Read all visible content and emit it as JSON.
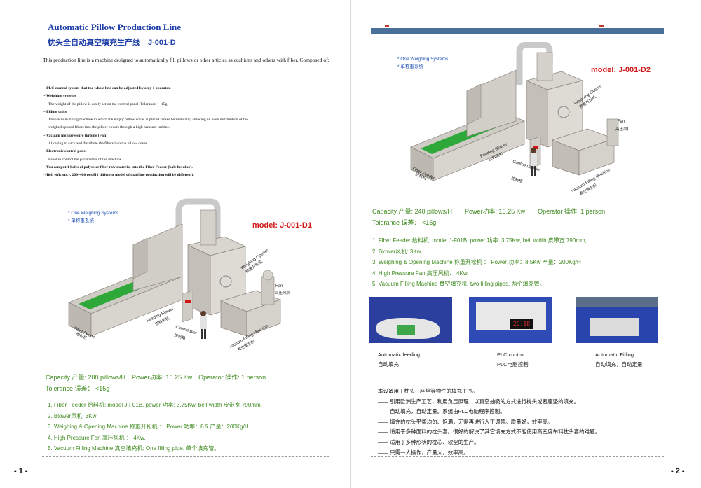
{
  "page1": {
    "title": "Automatic Pillow Production Line",
    "subtitle": "枕头全自动真空填充生产线　J-001-D",
    "intro": "This production line is a machine designed to automatically fill pillows or other articles as cushions and others with fiber. Composed of:",
    "features": [
      {
        "text": "-- PLC control system that the whole line can be adjusted by only 1 operator.",
        "bold": true,
        "indent": false
      },
      {
        "text": "-- Weighing systems",
        "bold": true,
        "indent": false
      },
      {
        "text": "The weight of the pillow is easily set on the control panel. Tolerance +- 15g.",
        "bold": false,
        "indent": true
      },
      {
        "text": "-- Filling units",
        "bold": true,
        "indent": false
      },
      {
        "text": "The vacuum filling machine in which the empty pillow cover is placed closes hermetically, allowing an even distribution of the",
        "bold": false,
        "indent": true
      },
      {
        "text": "weighed opened fibers into the pillow covers through a high pressure turbine.",
        "bold": false,
        "indent": true
      },
      {
        "text": "-- Vacuum high pressure turbine (Fan)",
        "bold": true,
        "indent": false
      },
      {
        "text": "Allowing to suck and distribute the fibers into the pillow cover.",
        "bold": false,
        "indent": true
      },
      {
        "text": "-- Electronic control panel",
        "bold": true,
        "indent": false
      },
      {
        "text": "Panel to control the parameters of the machine.",
        "bold": false,
        "indent": true
      },
      {
        "text": "-- You can put 1  bales of polyester fiber raw material into the Fiber Feeder (bale breaker).",
        "bold": true,
        "indent": false
      },
      {
        "text": "- High efficiency.  200~480 pcs/H ( different model of machine production will be different).",
        "bold": true,
        "indent": false
      }
    ],
    "weighing_en": "* One Weighing Systems",
    "weighing_cn": "* 单称重系统",
    "model": "model: J-001-D1",
    "labels": {
      "fiber_feeder": "Fiber Feeder",
      "fiber_feeder_cn": "给料机",
      "feeding_blower": "Feeding Blower",
      "feeding_blower_cn": "送料风机",
      "weighing_opener": "Weighing Opener",
      "weighing_opener_cn": "称重开松机",
      "control_box": "Control Box",
      "control_box_cn": "控制箱",
      "fan": "Fan",
      "fan_cn": "高压风机",
      "vacuum_filling": "Vacuum Filling Machine",
      "vacuum_filling_cn": "真空填充机"
    },
    "capacity": "Capacity 产量: 200 pillows/H　Power功率: 16.25 Kw　Operator 操作: 1 person.",
    "tolerance": "Tolerance 误差：  <15g",
    "specs": [
      "1. Fiber Feeder 给料机: model J-F01B.  power 功率: 3.75Kw, belt width 皮带宽 790mm,",
      "2. Blower风机: 3Kw",
      "3. Weighing & Opening Machine 称重开松机 ：  Power 功率：8.5      产量：200Kg/H",
      "4. High Pressure Fan 高压风机 ：  4Kw.",
      "5. Vacuum Filling Machine 真空填充机:  One filling pipe. 单个填充管。"
    ],
    "page_number": "- 1 -"
  },
  "page2": {
    "weighing_en": "* One Weighing Systems",
    "weighing_cn": "* 单称重系统",
    "model": "model: J-001-D2",
    "labels": {
      "fiber_feeder": "Fiber Feeder",
      "fiber_feeder_cn": "给料机",
      "feeding_blower": "Feeding Blower",
      "feeding_blower_cn": "送料风机",
      "weighing_opener": "Weighing Opener",
      "weighing_opener_cn": "称重开松机",
      "control_cabinet": "Control Cabinet",
      "control_cabinet_cn": "控制柜",
      "fan": "Fan",
      "fan_cn": "高压风机",
      "vacuum_filling": "Vacuum Filling Machine",
      "vacuum_filling_cn": "真空填充机"
    },
    "capacity": "Capacity 产量: 240 pillows/H　　Power功率: 16.25 Kw　　Operator 操作: 1 person.",
    "tolerance": "Tolerance 误差：  <15g",
    "specs": [
      "1. Fiber Feeder 给料机: model J-F01B.  power 功率: 3.75Kw, belt width 皮带宽 790mm,",
      "2. Blower风机: 3Kw",
      "3. Weighing & Opening Machine 称重开松机 ：  Power 功率：8.5Kw      产量：200Kg/H",
      "4. High Pressure Fan 高压风机：  4Kw.",
      "5. Vacuum Filling Machine 真空填充机: two filling pipes. 两个填充管。"
    ],
    "photos": [
      {
        "en": "Automatic feeding",
        "cn": "自动填充"
      },
      {
        "en": "PLC control",
        "cn": "PLC电脑控制"
      },
      {
        "en": "Automatic Filling",
        "cn": "自动填充，自动定量"
      }
    ],
    "plc_display": "26.18",
    "cn_lines": [
      "本设备用于枕头，座垫等物件的填充工序。",
      "—— 引用欧洲生产工艺，利用负压原理，以真空抽吸的方式进行枕头或者座垫的填充。",
      "—— 自动填充，自动定量。系统由PLC电脑程序控制。",
      "—— 填充的枕头平整均匀、饱满，无需再进行人工调整。质量好，效率高。",
      "—— 适用于多种面料的枕头套。很好的解决了其它填充方式不能使用高密度布料枕头套的难题。",
      "—— 适用于多种形状的枕芯、软垫的生产。",
      "—— 只需一人操作，产量大，效率高。"
    ],
    "page_number": "- 2 -"
  },
  "colors": {
    "title_blue": "#1f3fa8",
    "model_red": "#d01818",
    "spec_green": "#3f8a1f",
    "header_bar": "#4a6f9a",
    "machine_blue": "#2c46b0"
  }
}
